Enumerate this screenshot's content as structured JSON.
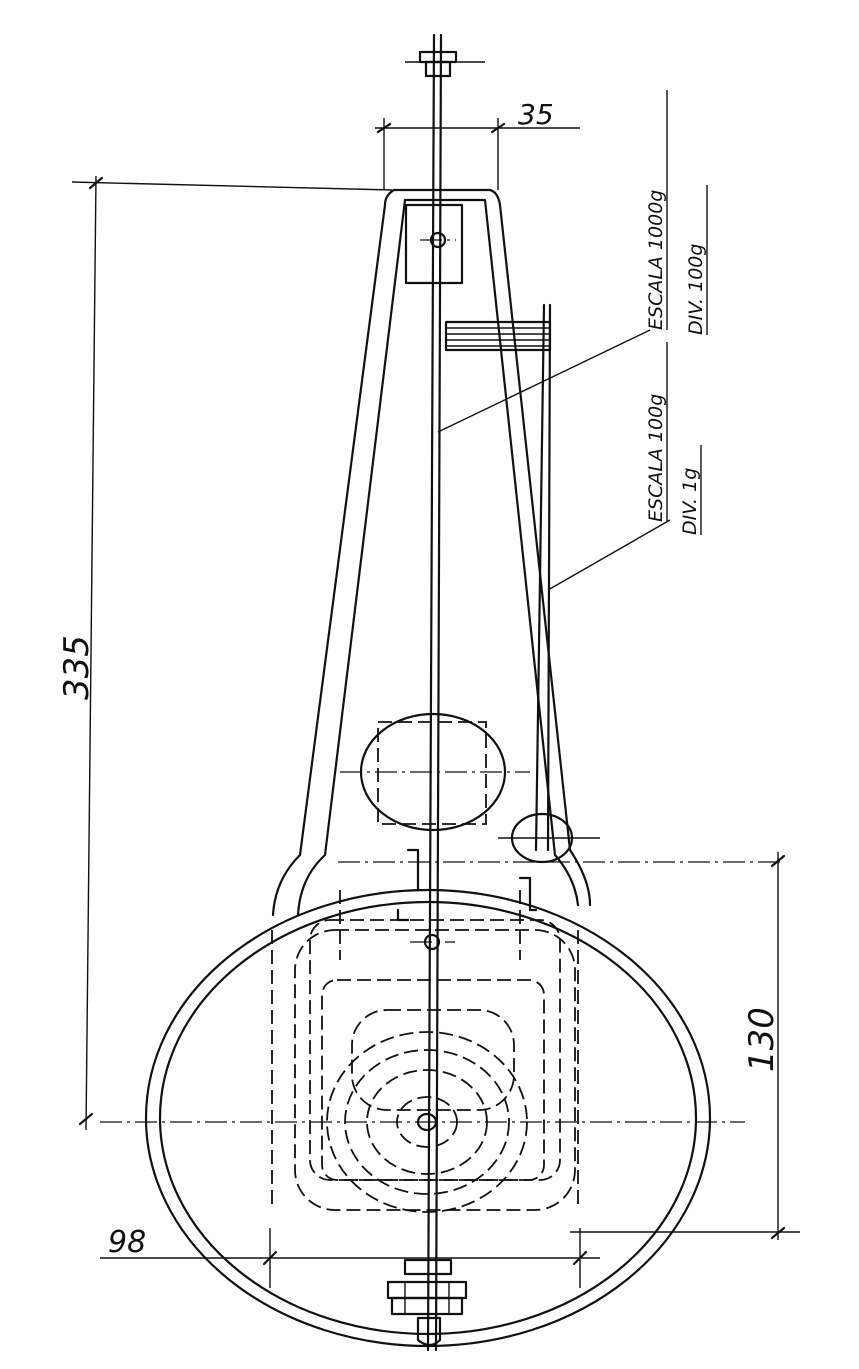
{
  "dimensions": {
    "height_total": "335",
    "top_width": "35",
    "bowl_offset": "130",
    "bottom_width": "98"
  },
  "labels": {
    "scale_1000": "ESCALA 1000g",
    "div_100": "DIV. 100g",
    "scale_100": "ESCALA 100g",
    "div_1": "DIV. 1g"
  }
}
